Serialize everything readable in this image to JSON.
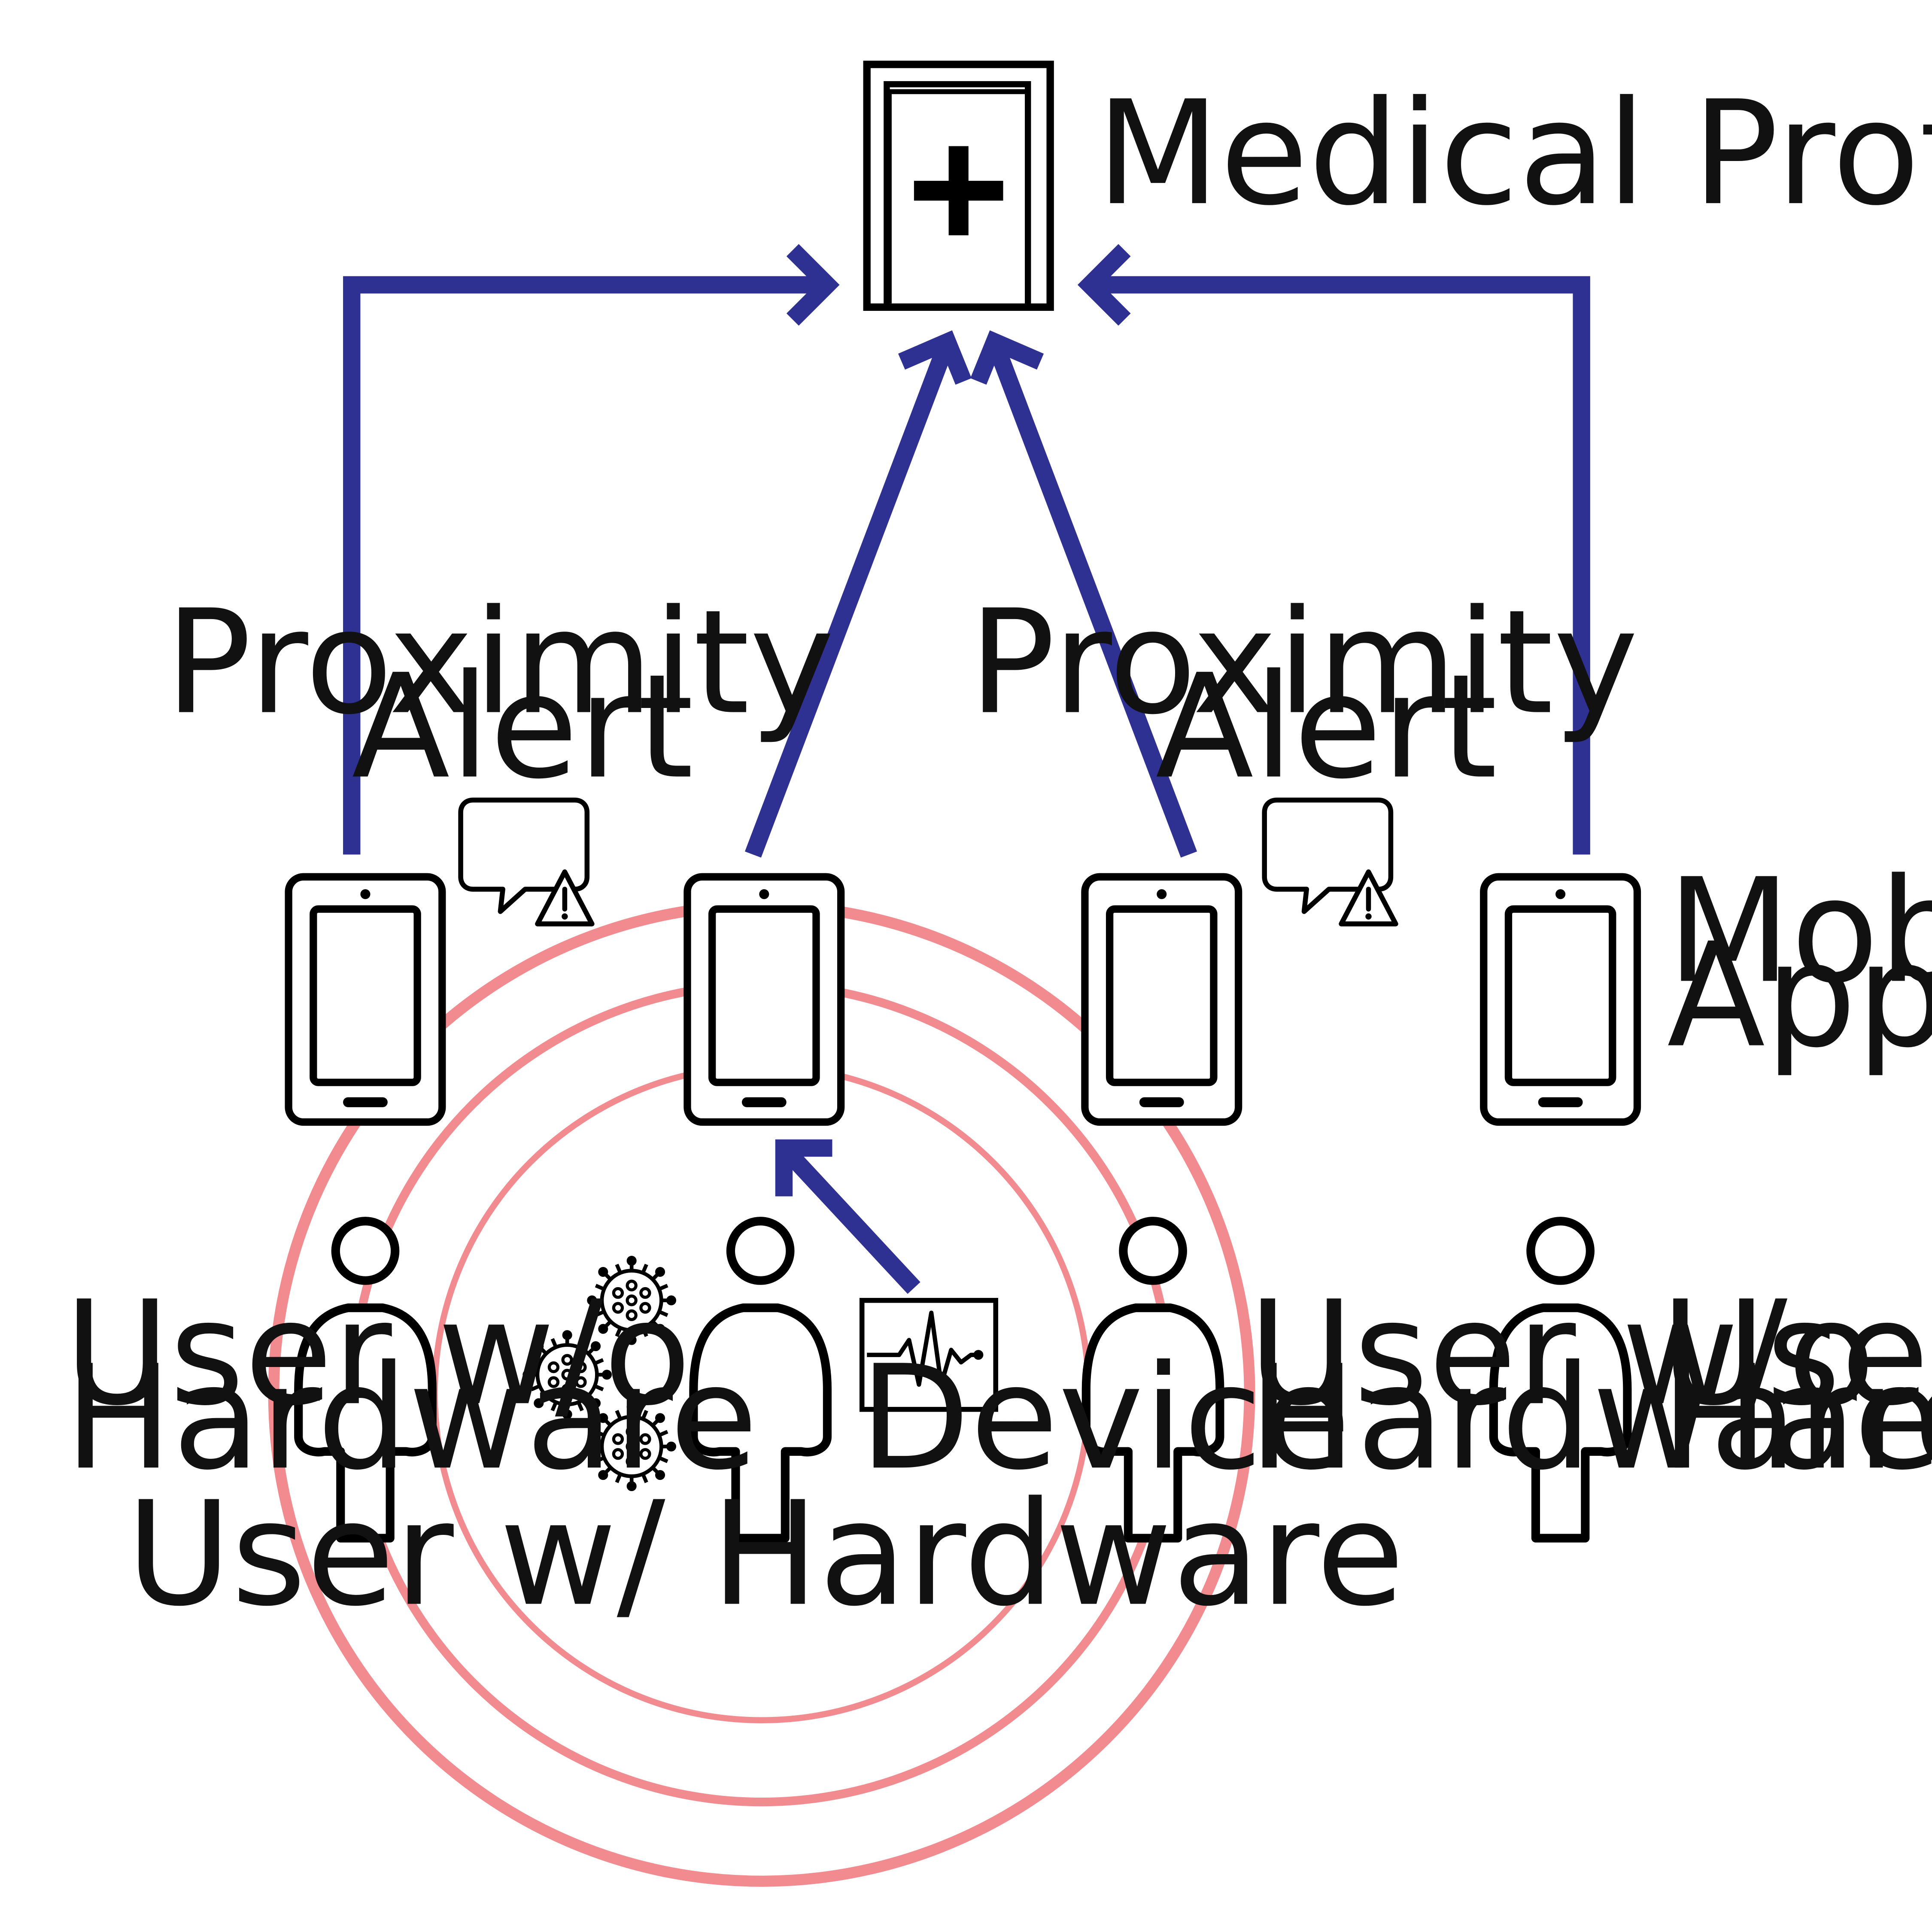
{
  "labels": {
    "medical_professionals": "Medical Professionals",
    "proximity_alert_left": [
      "Proximity",
      "Alert"
    ],
    "proximity_alert_right": [
      "Proximity",
      "Alert"
    ],
    "mobile_app": [
      "Mobile",
      "App"
    ],
    "user_without_hardware_1": [
      "User w/o",
      "Hardware"
    ],
    "user_without_hardware_2": [
      "User w/o",
      "Hardware"
    ],
    "user_without_hardware_3": [
      "User w/o",
      "Hardware"
    ],
    "user_with_hardware": "User w/ Hardware",
    "device": "Device"
  },
  "icons": {
    "hospital": "hospital-cross-icon",
    "phone": "smartphone-icon",
    "person": "person-icon",
    "alert": "chat-bubble-warning-icon",
    "virus": "virus-icon",
    "device": "heart-monitor-icon"
  },
  "colors": {
    "arrows": "#2e3192",
    "rings": "#f28b8f",
    "icons": "#000000"
  }
}
